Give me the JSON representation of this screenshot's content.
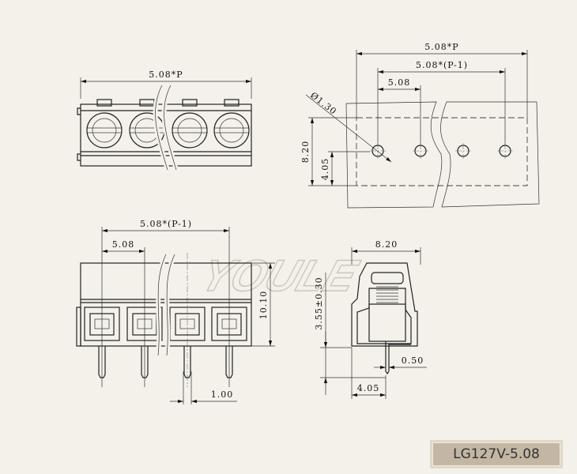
{
  "watermark": "YOULE",
  "top_view": {
    "width_dim": "5.08*P"
  },
  "pcb_view": {
    "width_dim": "5.08*P",
    "span_dim": "5.08*(P-1)",
    "pitch_dim": "5.08",
    "hole_dim": "Ø1.30",
    "depth_dim": "8.20",
    "row_dim": "4.05"
  },
  "front_view": {
    "span_dim": "5.08*(P-1)",
    "pitch_dim": "5.08",
    "height_dim": "10.10",
    "pin_dim": "1.00"
  },
  "side_view": {
    "width_dim": "8.20",
    "pin_length_dim": "3.55±0.30",
    "pin_thick_dim": "0.50",
    "offset_dim": "4.05"
  },
  "model_label": "LG127V-5.08"
}
